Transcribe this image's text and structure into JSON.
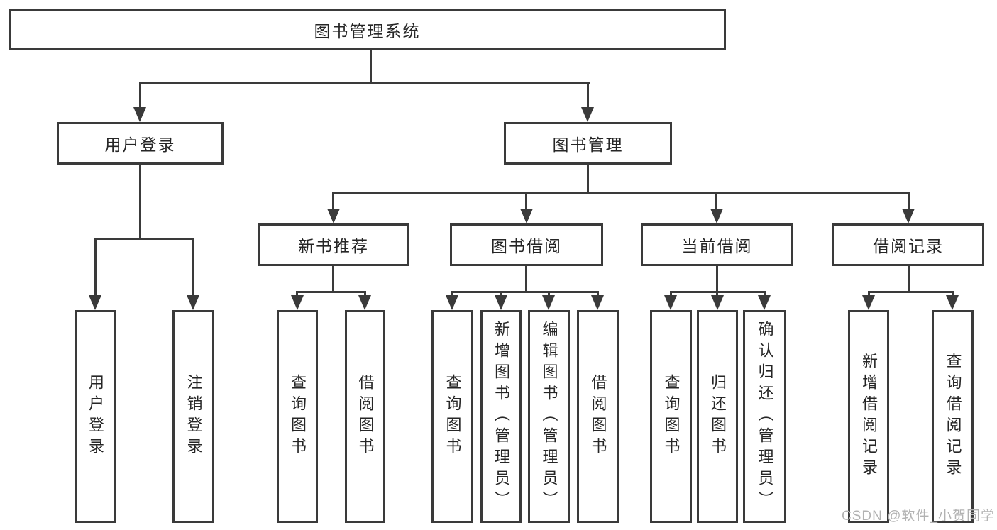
{
  "tree": {
    "root": {
      "label": "图书管理系统"
    },
    "modules": [
      {
        "label": "用户登录",
        "children": [
          {
            "label": "用户登录"
          },
          {
            "label": "注销登录"
          }
        ]
      },
      {
        "label": "图书管理",
        "sections": [
          {
            "label": "新书推荐",
            "children": [
              {
                "label": "查询图书"
              },
              {
                "label": "借阅图书"
              }
            ]
          },
          {
            "label": "图书借阅",
            "children": [
              {
                "label": "查询图书"
              },
              {
                "label": "新增图书（管理员）"
              },
              {
                "label": "编辑图书（管理员）"
              },
              {
                "label": "借阅图书"
              }
            ]
          },
          {
            "label": "当前借阅",
            "children": [
              {
                "label": "查询图书"
              },
              {
                "label": "归还图书"
              },
              {
                "label": "确认归还（管理员）"
              }
            ]
          },
          {
            "label": "借阅记录",
            "children": [
              {
                "label": "新增借阅记录"
              },
              {
                "label": "查询借阅记录"
              }
            ]
          }
        ]
      }
    ]
  },
  "watermark": {
    "text": "CSDN @软件_小贺同学"
  },
  "colors": {
    "line": "#3a3a3a",
    "text": "#262626",
    "background": "#ffffff",
    "watermark": "#b2b2b2"
  }
}
